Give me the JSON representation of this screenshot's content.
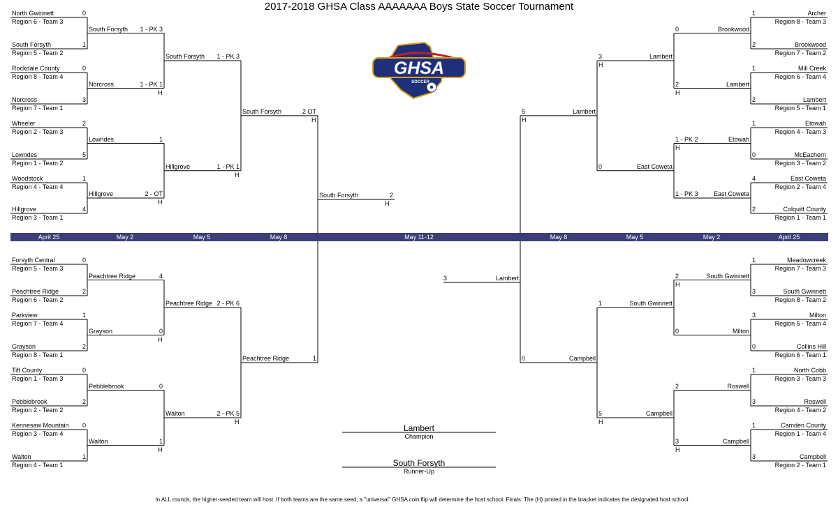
{
  "title": "2017-2018 GHSA Class AAAAAAA Boys State Soccer Tournament",
  "logo": {
    "text": "GHSA",
    "subtext": "SOCCER"
  },
  "dates": {
    "left": [
      "April 25",
      "May 2",
      "May 5",
      "May 8"
    ],
    "center": "May 11-12",
    "right": [
      "May 8",
      "May 5",
      "May 2",
      "April 25"
    ]
  },
  "host_mark": "H",
  "left_top": {
    "r1": [
      {
        "team": "North Gwinnett",
        "seed": "Region 6 - Team 3",
        "score": "0"
      },
      {
        "team": "South Forsyth",
        "seed": "Region 5 - Team 2",
        "score": "1"
      },
      {
        "team": "Rockdale County",
        "seed": "Region 8 - Team 4",
        "score": "0"
      },
      {
        "team": "Norcross",
        "seed": "Region 7 - Team 1",
        "score": "3"
      },
      {
        "team": "Wheeler",
        "seed": "Region 2 - Team 3",
        "score": "2"
      },
      {
        "team": "Lowndes",
        "seed": "Region 1 - Team 2",
        "score": "5"
      },
      {
        "team": "Woodstock",
        "seed": "Region 4 - Team 4",
        "score": "1"
      },
      {
        "team": "Hillgrove",
        "seed": "Region 3 - Team 1",
        "score": "4"
      }
    ],
    "r2": [
      {
        "team": "South Forsyth",
        "score": "1 - PK 3"
      },
      {
        "team": "Norcross",
        "score": "1 - PK 1"
      },
      {
        "team": "Lowndes",
        "score": "1"
      },
      {
        "team": "Hillgrove",
        "score": "2 - OT"
      }
    ],
    "r3": [
      {
        "team": "South Forsyth",
        "score": "1 - PK 3"
      },
      {
        "team": "Hillgrove",
        "score": "1 - PK 1"
      }
    ],
    "r4": {
      "team": "South Forsyth",
      "score": "2 OT"
    }
  },
  "left_bottom": {
    "r1": [
      {
        "team": "Forsyth Central",
        "seed": "Region 5 - Team 3",
        "score": "0"
      },
      {
        "team": "Peachtree Ridge",
        "seed": "Region 6 - Team 2",
        "score": "2"
      },
      {
        "team": "Parkview",
        "seed": "Region 7 - Team 4",
        "score": "1"
      },
      {
        "team": "Grayson",
        "seed": "Region 8 - Team 1",
        "score": "2"
      },
      {
        "team": "Tift County",
        "seed": "Region 1 - Team 3",
        "score": "0"
      },
      {
        "team": "Pebblebrook",
        "seed": "Region 2 - Team 2",
        "score": "2"
      },
      {
        "team": "Kennesaw Mountain",
        "seed": "Region 3 - Team 4",
        "score": "0"
      },
      {
        "team": "Walton",
        "seed": "Region 4 - Team 1",
        "score": "1"
      }
    ],
    "r2": [
      {
        "team": "Peachtree Ridge",
        "score": "4"
      },
      {
        "team": "Grayson",
        "score": "0"
      },
      {
        "team": "Pebblebrook",
        "score": "0"
      },
      {
        "team": "Walton",
        "score": "1"
      }
    ],
    "r3": [
      {
        "team": "Peachtree Ridge",
        "score": "2 - PK 6"
      },
      {
        "team": "Walton",
        "score": "2 - PK 5"
      }
    ],
    "r4": {
      "team": "Peachtree Ridge",
      "score": "1"
    }
  },
  "right_top": {
    "r1": [
      {
        "team": "Archer",
        "seed": "Region 8 - Team 3",
        "score": "1"
      },
      {
        "team": "Brookwood",
        "seed": "Region 7 - Team 2",
        "score": "2"
      },
      {
        "team": "Mill Creek",
        "seed": "Region 6 - Team 4",
        "score": "1"
      },
      {
        "team": "Lambert",
        "seed": "Region 5 - Team 1",
        "score": "2"
      },
      {
        "team": "Etowah",
        "seed": "Region 4 - Team 3",
        "score": "1"
      },
      {
        "team": "McEachern",
        "seed": "Region 3 - Team 2",
        "score": "0"
      },
      {
        "team": "East Coweta",
        "seed": "Region 2 - Team 4",
        "score": "4"
      },
      {
        "team": "Colquitt County",
        "seed": "Region 1 - Team 1",
        "score": "2"
      }
    ],
    "r2": [
      {
        "team": "Brookwood",
        "score": "0"
      },
      {
        "team": "Lambert",
        "score": "2"
      },
      {
        "team": "Etowah",
        "score": "1 - PK 2"
      },
      {
        "team": "East Coweta",
        "score": "1 - PK 3"
      }
    ],
    "r3": [
      {
        "team": "Lambert",
        "score": "3"
      },
      {
        "team": "East Coweta",
        "score": "0"
      }
    ],
    "r4": {
      "team": "Lambert",
      "score": "5"
    }
  },
  "right_bottom": {
    "r1": [
      {
        "team": "Meadowcreek",
        "seed": "Region 7 - Team 3",
        "score": "1"
      },
      {
        "team": "South Gwinnett",
        "seed": "Region 8 - Team 2",
        "score": "3"
      },
      {
        "team": "Milton",
        "seed": "Region 5 - Team 4",
        "score": "3"
      },
      {
        "team": "Collins Hill",
        "seed": "Region 6 - Team 1",
        "score": "0"
      },
      {
        "team": "North Cobb",
        "seed": "Region 3 - Team 3",
        "score": "1"
      },
      {
        "team": "Roswell",
        "seed": "Region 4 - Team 2",
        "score": "3"
      },
      {
        "team": "Camden County",
        "seed": "Region 1 - Team 4",
        "score": "1"
      },
      {
        "team": "Campbell",
        "seed": "Region 2 - Team 1",
        "score": "3"
      }
    ],
    "r2": [
      {
        "team": "South Gwinnett",
        "score": "2"
      },
      {
        "team": "Milton",
        "score": "0"
      },
      {
        "team": "Roswell",
        "score": "2"
      },
      {
        "team": "Campbell",
        "score": "3"
      }
    ],
    "r3": [
      {
        "team": "South Gwinnett",
        "score": "1"
      },
      {
        "team": "Campbell",
        "score": "5"
      }
    ],
    "r4": {
      "team": "Campbell",
      "score": "0"
    }
  },
  "final": {
    "left": {
      "team": "South Forsyth",
      "score": "2"
    },
    "right": {
      "team": "Lambert",
      "score": "3"
    }
  },
  "champion": {
    "name": "Lambert",
    "caption": "Champion"
  },
  "runner_up": {
    "name": "South Forsyth",
    "caption": "Runner-Up"
  },
  "footnote": "In ALL rounds, the higher-seeded team will host.  If both teams are the same seed, a \"universal\" GHSA coin flip will determine the host school. Finals: The (H) printed in the bracket indicates the designated host school.",
  "colors": {
    "date_bar": "#3a3f78",
    "logo_blue": "#1f2f7a",
    "logo_gold": "#d8a21a",
    "logo_red": "#c21f26"
  }
}
